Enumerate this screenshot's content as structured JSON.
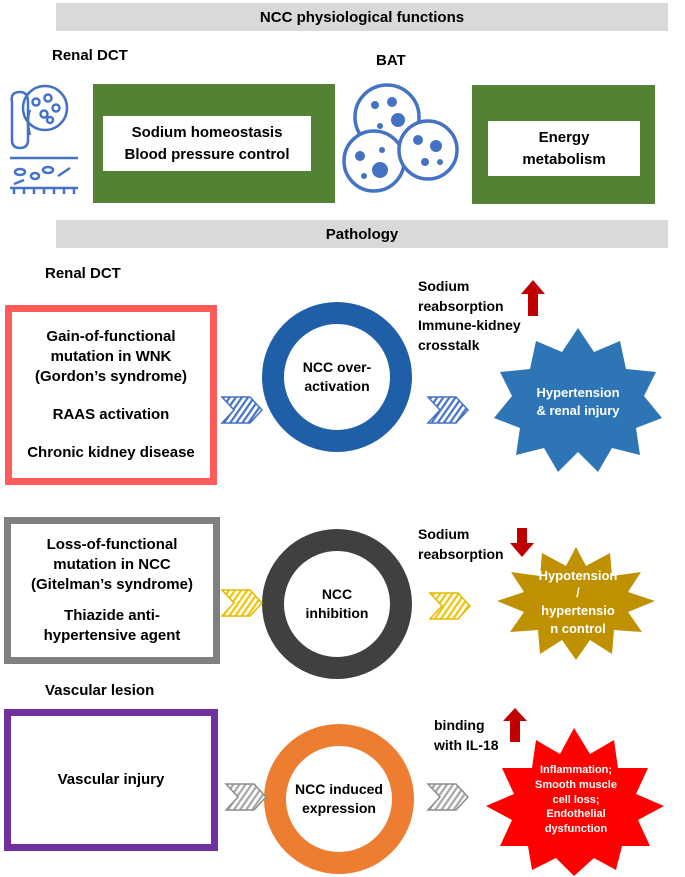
{
  "sections": {
    "physiology_title": "NCC physiological functions",
    "pathology_title": "Pathology"
  },
  "physiology": {
    "renal_label": "Renal DCT",
    "bat_label": "BAT",
    "renal_box": [
      "Sodium homeostasis",
      "Blood pressure control"
    ],
    "bat_box": [
      "Energy",
      "metabolism"
    ]
  },
  "pathology": {
    "renal_label": "Renal DCT",
    "vascular_label": "Vascular lesion",
    "row1": {
      "causes": [
        "Gain-of-functional mutation in WNK (Gordon’s syndrome)",
        "RAAS activation",
        "Chronic kidney disease"
      ],
      "circle": [
        "NCC over-",
        "activation"
      ],
      "notes": [
        "Sodium",
        "reabsorption",
        "Immune-kidney",
        "crosstalk"
      ],
      "arrow_direction": "up",
      "outcome": [
        "Hypertension",
        "& renal injury"
      ]
    },
    "row2": {
      "causes": [
        "Loss-of-functional mutation in NCC (Gitelman’s syndrome)",
        "Thiazide anti-hypertensive agent"
      ],
      "circle": [
        "NCC",
        "inhibition"
      ],
      "notes": [
        "Sodium",
        "reabsorption"
      ],
      "arrow_direction": "down",
      "outcome": [
        "Hypotension",
        "/",
        "hypertensio",
        "n control"
      ]
    },
    "row3": {
      "causes": [
        "Vascular injury"
      ],
      "circle": [
        "NCC induced",
        "expression"
      ],
      "notes": [
        "binding",
        "with IL-18"
      ],
      "arrow_direction": "up",
      "outcome": [
        "Inflammation;",
        "Smooth muscle",
        "cell loss;",
        "Endothelial",
        "dysfunction"
      ]
    }
  },
  "colors": {
    "banner": "#d9d9d9",
    "green": "#548235",
    "red_box": "#ff5b5b",
    "gray_box": "#7f7f7f",
    "purple_box": "#7030a0",
    "blue_ring": "#1f5fa8",
    "dark_ring": "#404040",
    "orange_ring": "#ed7d31",
    "blue_star": "#2e75b6",
    "gold_star": "#bf9000",
    "red_star": "#ff0000",
    "up_down_arrow": "#c00000",
    "icon_blue": "#4472c4"
  },
  "icons": {
    "renal": "kidney-tubule-icon",
    "bat": "brown-fat-cells-icon",
    "connector": "striped-chevron-arrow-icon"
  }
}
